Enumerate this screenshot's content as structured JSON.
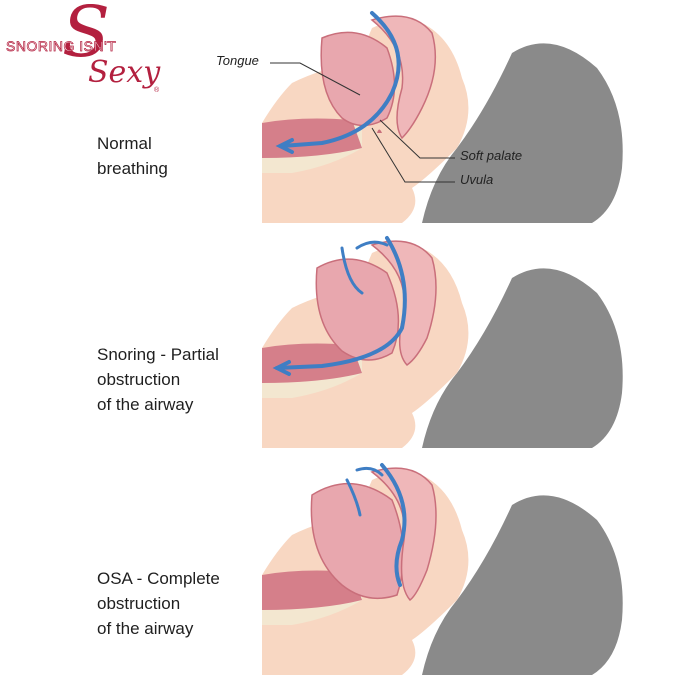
{
  "logo": {
    "top_text": "SNORING ISN'T",
    "script_text": "Sexy",
    "mark": "®"
  },
  "panels": [
    {
      "caption_lines": [
        "Normal",
        "breathing"
      ]
    },
    {
      "caption_lines": [
        "Snoring - Partial",
        "obstruction",
        "of the airway"
      ]
    },
    {
      "caption_lines": [
        "OSA - Complete",
        "obstruction",
        "of the airway"
      ]
    }
  ],
  "labels": {
    "tongue": "Tongue",
    "soft_palate": "Soft palate",
    "uvula": "Uvula"
  },
  "colors": {
    "airflow": "#3f7ec4",
    "skin": "#f8d7c2",
    "hair": "#8a8a8a",
    "tissue": "#e8a7ae",
    "brand": "#b3203f"
  }
}
